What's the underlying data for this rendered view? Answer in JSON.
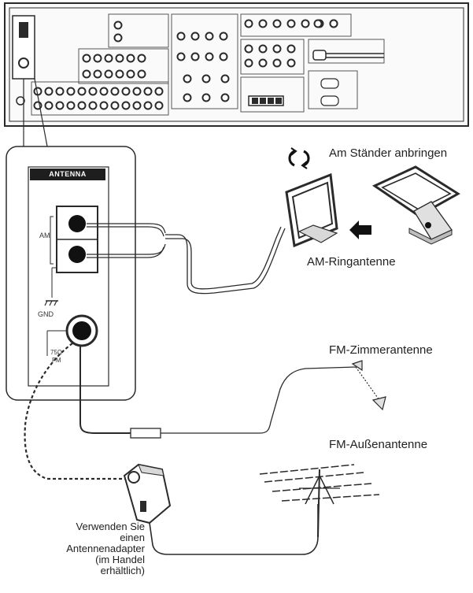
{
  "panel": {
    "title": "ANTENNA",
    "am_label": "AM",
    "gnd_label": "GND",
    "fm_label_line1": "75Ω",
    "fm_label_line2": "FM"
  },
  "labels": {
    "stand_mount": "Am Ständer anbringen",
    "am_loop": "AM-Ringantenne",
    "fm_indoor": "FM-Zimmerantenne",
    "fm_outdoor": "FM-Außenantenne",
    "adapter_note": [
      "Verwenden Sie",
      "einen",
      "Antennenadapter",
      "(im Handel",
      "erhältlich)"
    ]
  },
  "colors": {
    "line": "#2a2a2a",
    "gray": "#9a9a9a",
    "light": "#d8d8d8",
    "arrow": "#111111"
  }
}
